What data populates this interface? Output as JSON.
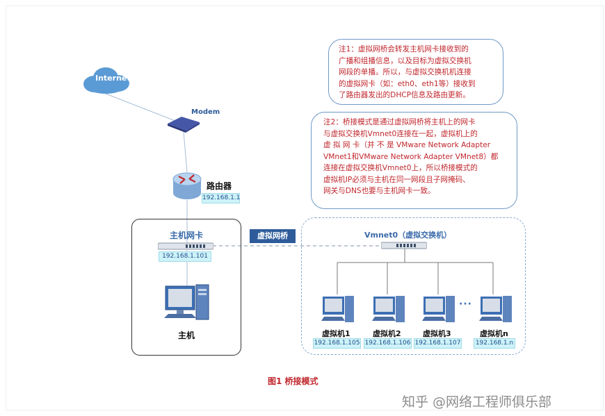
{
  "internet_label": "Internet",
  "modem_label": "Modem",
  "router": {
    "label": "路由器",
    "ip": "192.168.1.1"
  },
  "host": {
    "nic_label": "主机网卡",
    "nic_ip": "192.168.1.101",
    "label": "主机"
  },
  "bridge_label": "虚拟网桥",
  "vmnet": {
    "label": "Vmnet0（虚拟交换机）"
  },
  "vms": [
    {
      "label": "虚拟机1",
      "ip": "192.168.1.105"
    },
    {
      "label": "虚拟机2",
      "ip": "192.168.1.106"
    },
    {
      "label": "虚拟机3",
      "ip": "192.168.1.107"
    },
    {
      "label": "虚拟机n",
      "ip": "192.168.1.n"
    }
  ],
  "ellipsis": "···",
  "note1": [
    "注1：虚拟网桥会转发主机网卡接收到的",
    "广播和组播信息，以及目标为虚拟交换机",
    "网段的单播。所以，与虚拟交换机机连接",
    "的虚拟网卡（如：eth0、eth1等）接收到",
    "了路由器发出的DHCP信息及路由更新。"
  ],
  "note2": [
    "注2：桥接模式是通过虚拟网桥将主机上的网卡",
    "与虚拟交换机Vmnet0连接在一起，虚拟机上的",
    "虚 拟 网 卡（并 不 是 VMware Network Adapter",
    "VMnet1和VMware Network Adapter VMnet8）都",
    "连接在虚拟交换机Vmnet0上，所以桥接模式的",
    "虚拟机IP必须与主机在同一网段且子网掩码、",
    "网关与DNS也要与主机网卡一致。"
  ],
  "caption": "图1  桥接模式",
  "watermark": "知乎 @网络工程师俱乐部",
  "colors": {
    "note_text": "#c0272d",
    "note_border": "#6f98c8",
    "ip_bg": "#cdf3f8",
    "bridge_bg": "#2e5c9b",
    "cloud": "#5b9bd5",
    "router": "#9dc3e6"
  }
}
